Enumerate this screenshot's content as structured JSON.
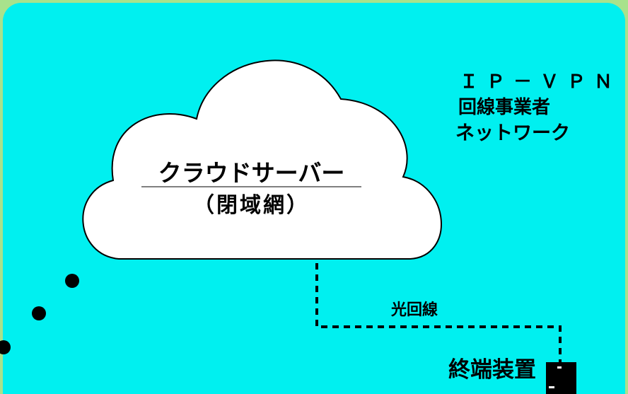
{
  "network": {
    "line1": "ＩＰ－ＶＰＮ",
    "line2": "回線事業者",
    "line3": "ネットワーク"
  },
  "cloud": {
    "title": "クラウドサーバー",
    "subtitle": "（閉域網）"
  },
  "connection": {
    "label": "光回線"
  },
  "terminal": {
    "label": "終端装置"
  },
  "colors": {
    "frame": "#a8e28c",
    "panel": "#00f0f0",
    "cloud": "#ffffff",
    "ink": "#000000"
  }
}
